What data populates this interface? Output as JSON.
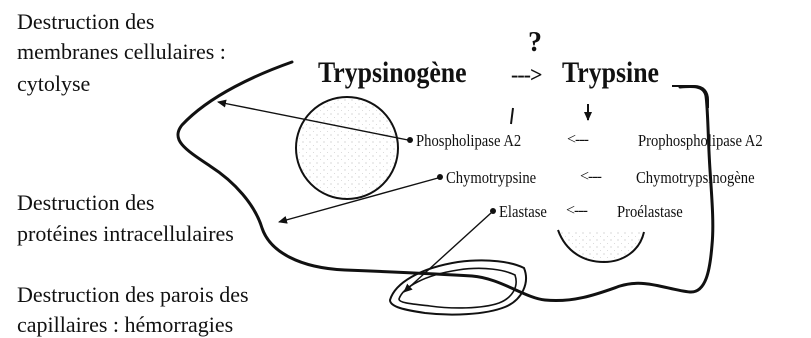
{
  "effects": {
    "cytolyse_line1": "Destruction des",
    "cytolyse_line2": "membranes cellulaires :",
    "cytolyse_line3": "cytolyse",
    "proteines_line1": "Destruction des",
    "proteines_line2": "protéines intracellulaires",
    "capillaires_line1": "Destruction des parois des",
    "capillaires_line2": "capillaires : hémorragies"
  },
  "activation": {
    "question_mark": "?",
    "trypsinogene": "Trypsinogène",
    "arrow_text": "--->",
    "trypsine": "Trypsine"
  },
  "enzymes": {
    "phospholipase": "Phospholipase A2",
    "chymotrypsine": "Chymotrypsine",
    "elastase": "Elastase"
  },
  "precursors": {
    "prophospholipase": "Prophospholipase A2",
    "chymotrypsinogene": "Chymotrypsinogène",
    "proelastase": "Proélastase"
  },
  "conversion_arrows": {
    "arrow1": "<---",
    "arrow2": "<---",
    "arrow3": "<---"
  },
  "colors": {
    "ink": "#111111",
    "nucleus_dots": "#9a9a9a"
  }
}
